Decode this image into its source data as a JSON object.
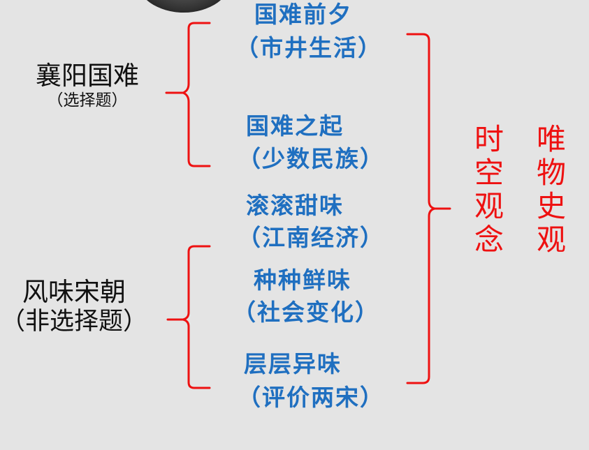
{
  "left_groups": [
    {
      "title": "襄阳国难",
      "subtitle": "（选择题）"
    },
    {
      "title": "风味宋朝",
      "subtitle": "（非选择题）"
    }
  ],
  "items": [
    {
      "title": "国难前夕",
      "subtitle": "（市井生活）"
    },
    {
      "title": "国难之起",
      "subtitle": "（少数民族）"
    },
    {
      "title": "滚滚甜味",
      "subtitle": "（江南经济）"
    },
    {
      "title": "种种鲜味",
      "subtitle": "（社会变化）"
    },
    {
      "title": "层层异味",
      "subtitle": "（评价两宋）"
    }
  ],
  "right_columns": [
    [
      "时",
      "空",
      "观",
      "念"
    ],
    [
      "唯",
      "物",
      "史",
      "观"
    ]
  ],
  "colors": {
    "item_text": "#1f6fc0",
    "brace": "#ee1111",
    "right_text": "#ee1111",
    "background": "#e4e4e4"
  }
}
